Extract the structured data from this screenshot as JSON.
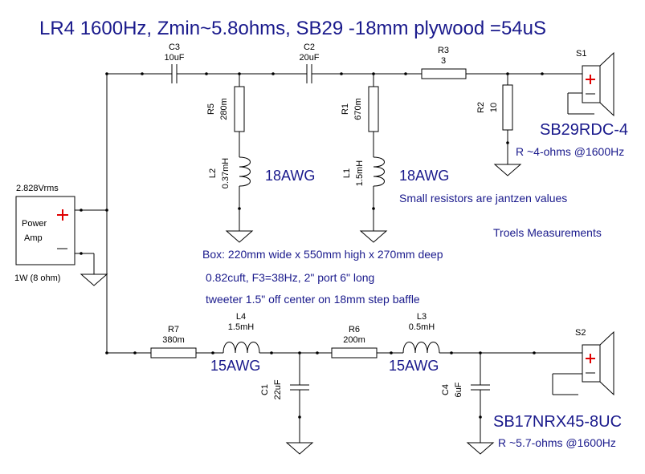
{
  "title": "LR4 1600Hz, Zmin~5.8ohms, SB29 -18mm plywood =54uS",
  "source": {
    "voltage": "2.828Vrms",
    "name_line1": "Power",
    "name_line2": "Amp",
    "power": "1W (8 ohm)"
  },
  "components": {
    "C3": {
      "ref": "C3",
      "value": "10uF"
    },
    "C2": {
      "ref": "C2",
      "value": "20uF"
    },
    "R3": {
      "ref": "R3",
      "value": "3"
    },
    "R5": {
      "ref": "R5",
      "value": "280m"
    },
    "R1": {
      "ref": "R1",
      "value": "670m"
    },
    "R2": {
      "ref": "R2",
      "value": "10"
    },
    "L2": {
      "ref": "L2",
      "value": "0.37mH"
    },
    "L1": {
      "ref": "L1",
      "value": "1.5mH"
    },
    "R7": {
      "ref": "R7",
      "value": "380m"
    },
    "L4": {
      "ref": "L4",
      "value": "1.5mH"
    },
    "R6": {
      "ref": "R6",
      "value": "200m"
    },
    "L3": {
      "ref": "L3",
      "value": "0.5mH"
    },
    "C1": {
      "ref": "C1",
      "value": "22uF"
    },
    "C4": {
      "ref": "C4",
      "value": "6uF"
    }
  },
  "wire_gauges": {
    "L2": "18AWG",
    "L1": "18AWG",
    "L4": "15AWG",
    "L3": "15AWG"
  },
  "speakers": {
    "S1": {
      "ref": "S1",
      "model": "SB29RDC-4",
      "impedance": "R ~4-ohms @1600Hz"
    },
    "S2": {
      "ref": "S2",
      "model": "SB17NRX45-8UC",
      "impedance": "R ~5.7-ohms @1600Hz"
    }
  },
  "notes": {
    "jantzen": "Small resistors are jantzen values",
    "measurements": "Troels Measurements",
    "box": "Box: 220mm wide x 550mm high x 270mm deep",
    "volume": "0.82cuft, F3=38Hz, 2\" port  6\" long",
    "tweeter": "tweeter 1.5\" off center on 18mm step baffle"
  },
  "colors": {
    "annotation_blue": "#1a1a8c",
    "polarity_red": "#e00000"
  }
}
